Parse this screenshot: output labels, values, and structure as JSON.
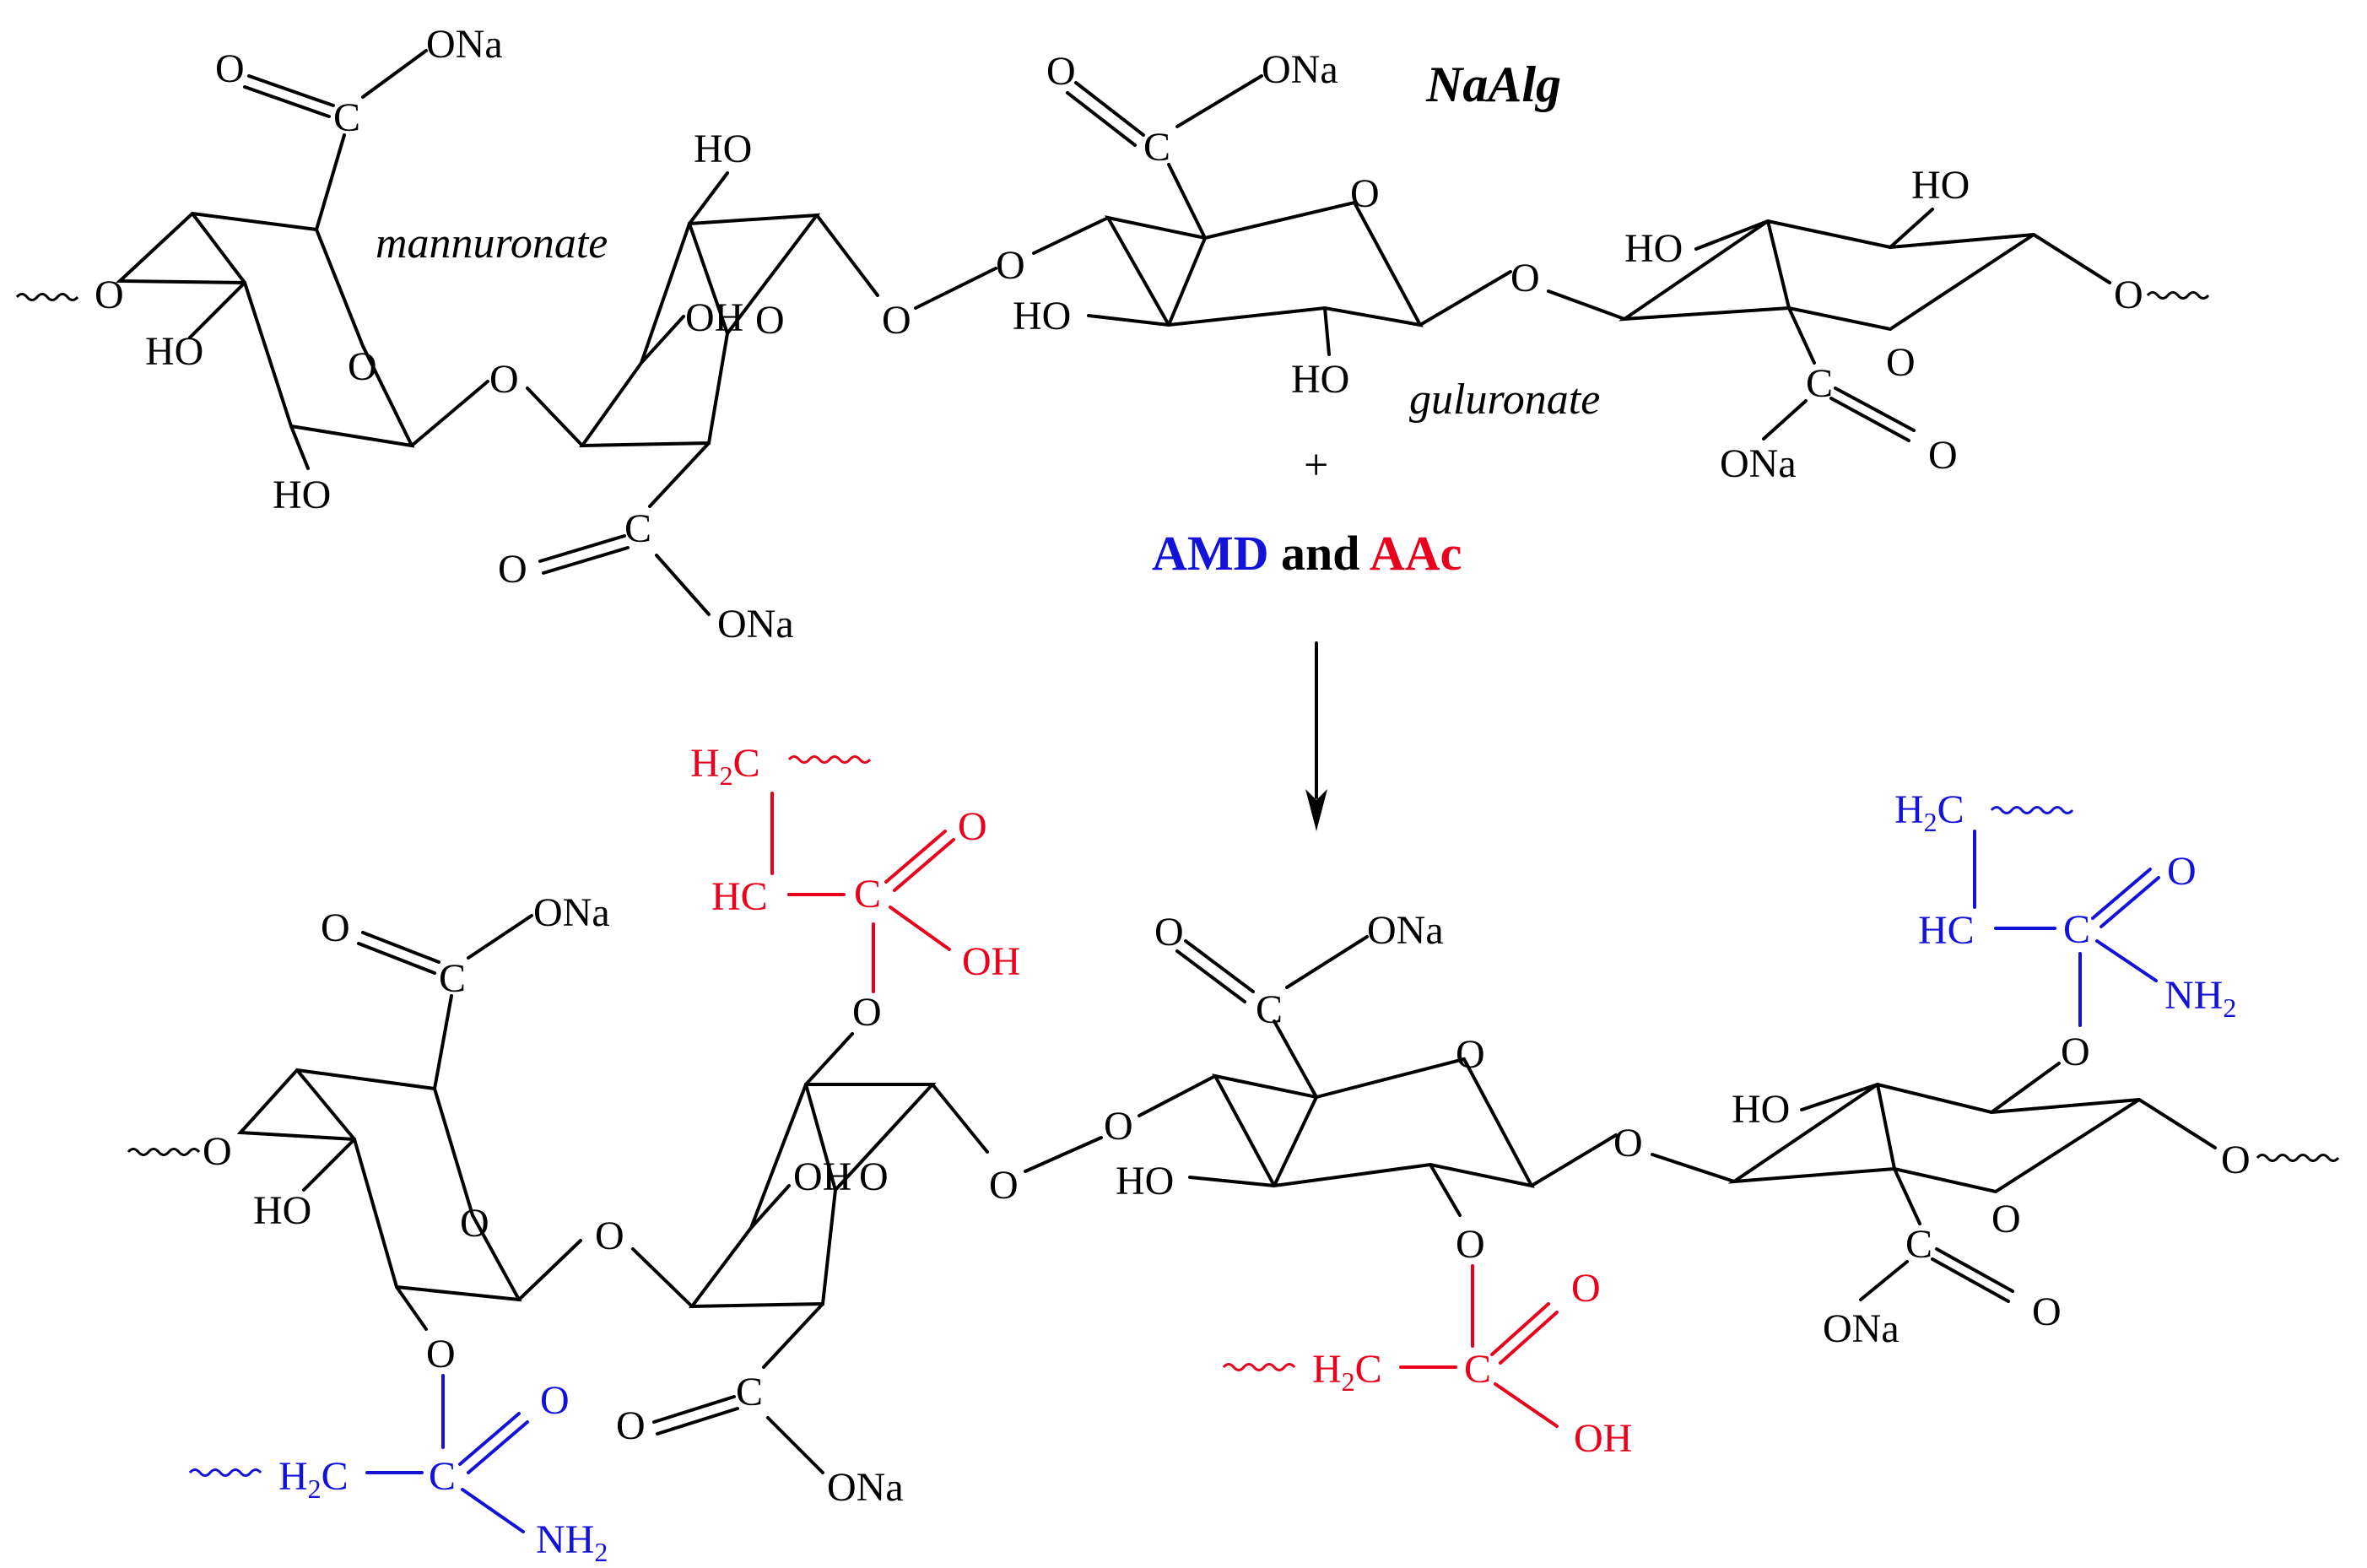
{
  "title": "NaAlg",
  "plus": "+",
  "reagents": {
    "amd": "AMD",
    "and": " and ",
    "aac": "AAc"
  },
  "colors": {
    "black": "#000000",
    "amd_blue": "#1212d8",
    "aac_red": "#e8001c"
  },
  "ring_labels": {
    "mannuronate": "mannuronate",
    "guluronate": "guluronate"
  },
  "atoms": {
    "O": "O",
    "C": "C",
    "HO": "HO",
    "OH": "OH",
    "ONa": "ONa",
    "HC": "HC",
    "H": "H",
    "NH": "NH",
    "sub2": "2"
  }
}
